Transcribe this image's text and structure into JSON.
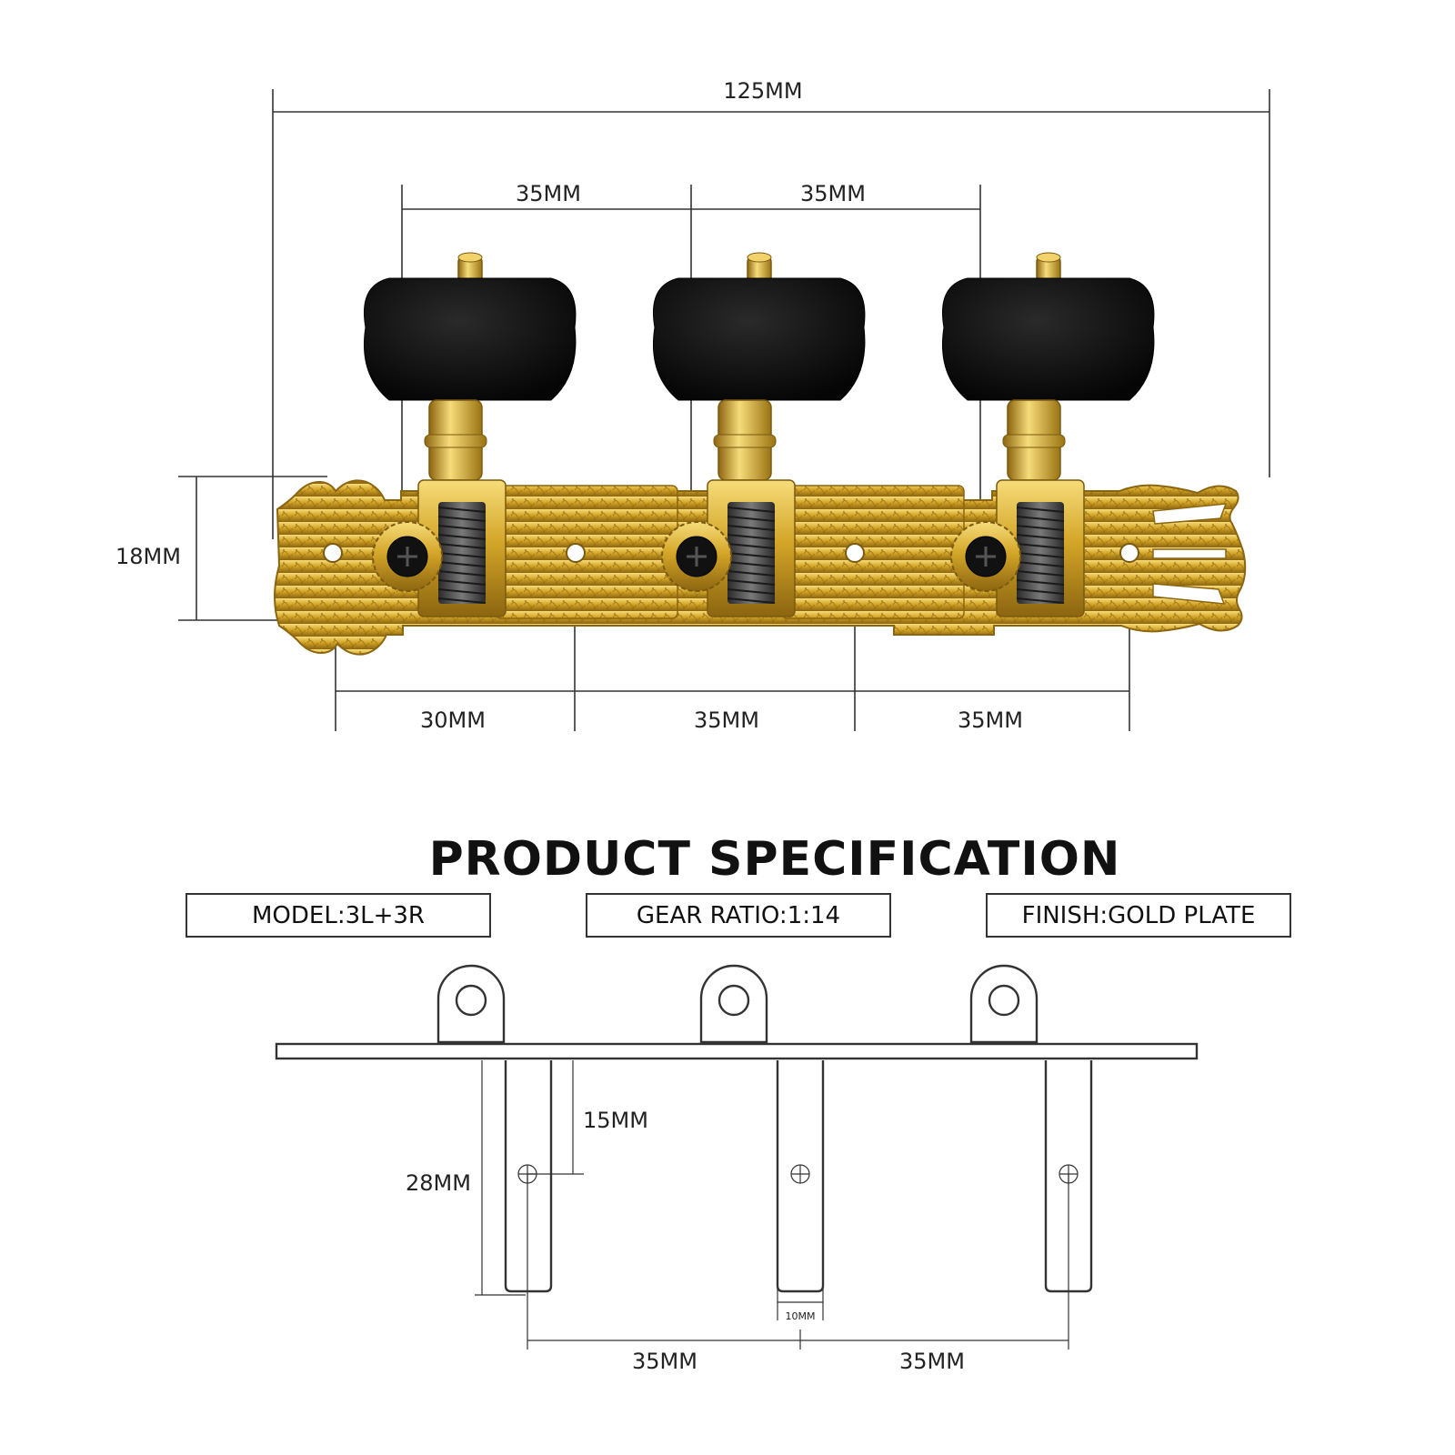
{
  "top_dimensions": {
    "overall_length": "125MM",
    "knob_spacing_left": "35MM",
    "knob_spacing_right": "35MM",
    "plate_height": "18MM",
    "hole_spacing_1": "30MM",
    "hole_spacing_2": "35MM",
    "hole_spacing_3": "35MM"
  },
  "title": "PRODUCT SPECIFICATION",
  "specs": {
    "model": "MODEL:3L+3R",
    "gear_ratio": "GEAR RATIO:1:14",
    "finish": "FINISH:GOLD PLATE"
  },
  "side_dimensions": {
    "post_to_hole": "15MM",
    "post_length": "28MM",
    "post_width": "10MM",
    "post_spacing_left": "35MM",
    "post_spacing_right": "35MM"
  },
  "colors": {
    "gold": "#d4a628",
    "gold_dark": "#9a7312",
    "gold_light": "#f2d36b",
    "knob": "#0d0d0d",
    "string_coil": "#4a4a4a"
  }
}
